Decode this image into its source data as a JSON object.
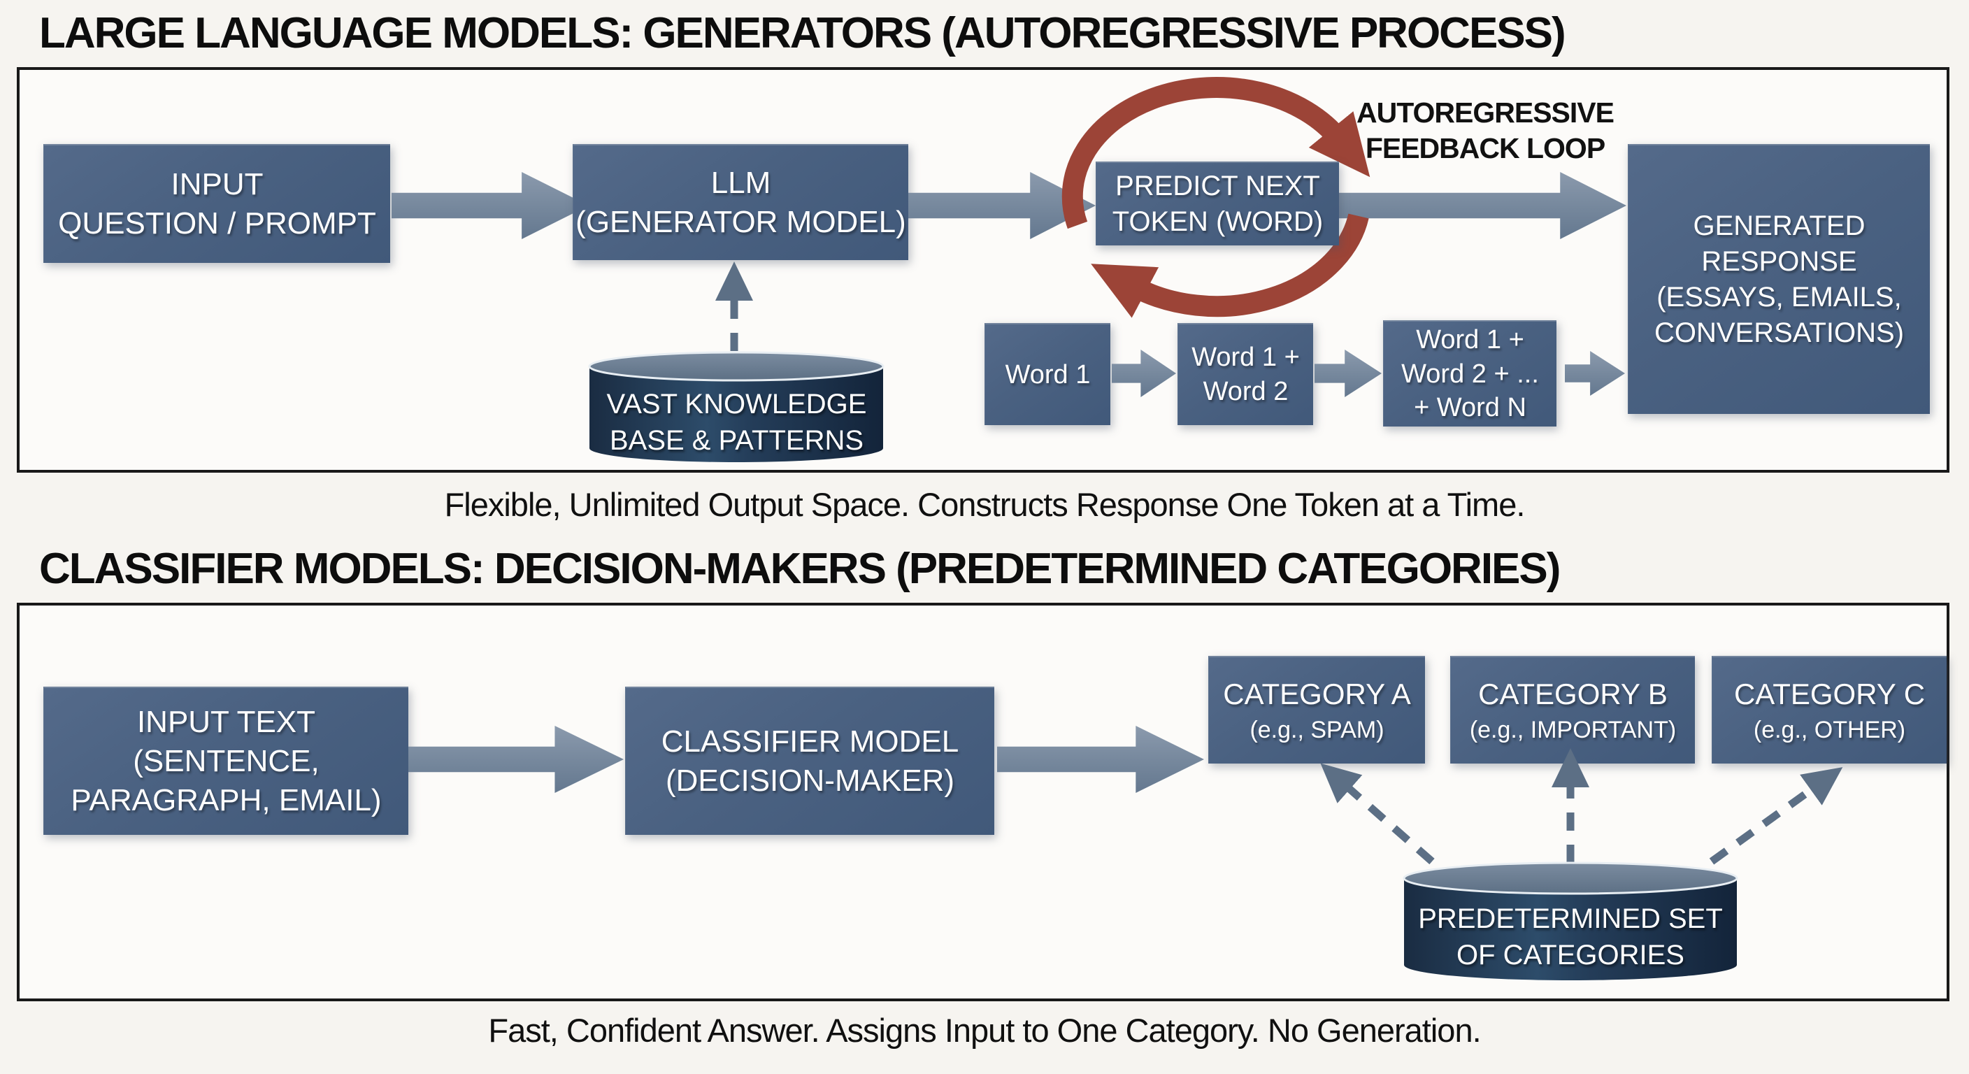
{
  "colors": {
    "page_background": "#f6f4f0",
    "panel_background": "#fcfbf9",
    "panel_border": "#191919",
    "node_fill": "#4a6181",
    "node_text": "#ffffff",
    "arrow_fill": "#75879c",
    "loop_arrow_red": "#9c4437",
    "cylinder_body": "#1d3350",
    "cylinder_top": "#6b7e93",
    "dashed_arrow": "#5c6f85",
    "title_text": "#0d0d0d"
  },
  "generator_section": {
    "title": "LARGE LANGUAGE MODELS: GENERATORS (AUTOREGRESSIVE PROCESS)",
    "input_box": "INPUT\nQUESTION / PROMPT",
    "llm_box": "LLM\n(GENERATOR MODEL)",
    "predict_box": "PREDICT NEXT\nTOKEN (WORD)",
    "feedback_label": "AUTOREGRESSIVE\nFEEDBACK LOOP",
    "generated_box": "GENERATED\nRESPONSE\n(ESSAYS, EMAILS,\nCONVERSATIONS)",
    "knowledge_cylinder": "VAST KNOWLEDGE\nBASE & PATTERNS",
    "word_chain": [
      "Word 1",
      "Word 1 +\nWord 2",
      "Word 1 +\nWord 2 + ...\n+ Word N"
    ],
    "caption": "Flexible, Unlimited Output Space. Constructs Response One Token at a Time."
  },
  "classifier_section": {
    "title": "CLASSIFIER MODELS: DECISION-MAKERS (PREDETERMINED CATEGORIES)",
    "input_box": "INPUT TEXT\n(SENTENCE,\nPARAGRAPH, EMAIL)",
    "classifier_box": "CLASSIFIER MODEL\n(DECISION-MAKER)",
    "categories": [
      {
        "title": "CATEGORY A",
        "example": "(e.g., SPAM)"
      },
      {
        "title": "CATEGORY B",
        "example": "(e.g., IMPORTANT)"
      },
      {
        "title": "CATEGORY C",
        "example": "(e.g., OTHER)"
      }
    ],
    "categories_cylinder": "PREDETERMINED SET\nOF CATEGORIES",
    "caption": "Fast, Confident Answer. Assigns Input to One Category. No Generation."
  }
}
